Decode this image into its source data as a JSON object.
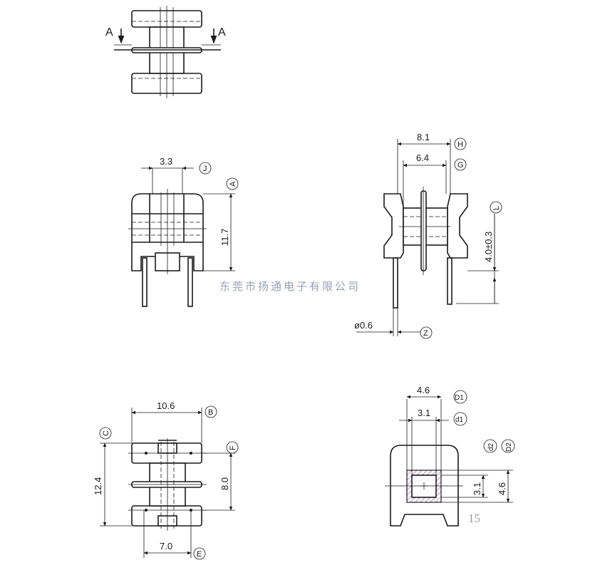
{
  "section_marker": "A",
  "dims": {
    "d33": "3.3",
    "d117": "11.7",
    "d81": "8.1",
    "d64": "6.4",
    "d40": "4.0±0.3",
    "d06": "ø0.6",
    "d106": "10.6",
    "d124": "12.4",
    "d80": "8.0",
    "d70": "7.0",
    "d46": "4.6",
    "d31": "3.1",
    "d31v": "3.1",
    "d46v": "4.6"
  },
  "tags": {
    "A": "A",
    "B": "B",
    "C": "C",
    "D1": "D1",
    "d1": "d1",
    "d2": "d2",
    "D2": "D2",
    "E": "E",
    "F": "F",
    "G": "G",
    "H": "H",
    "J": "J",
    "L": "L",
    "Z": "Z"
  },
  "watermark": "东莞市扬通电子有限公司",
  "page_number": "15"
}
